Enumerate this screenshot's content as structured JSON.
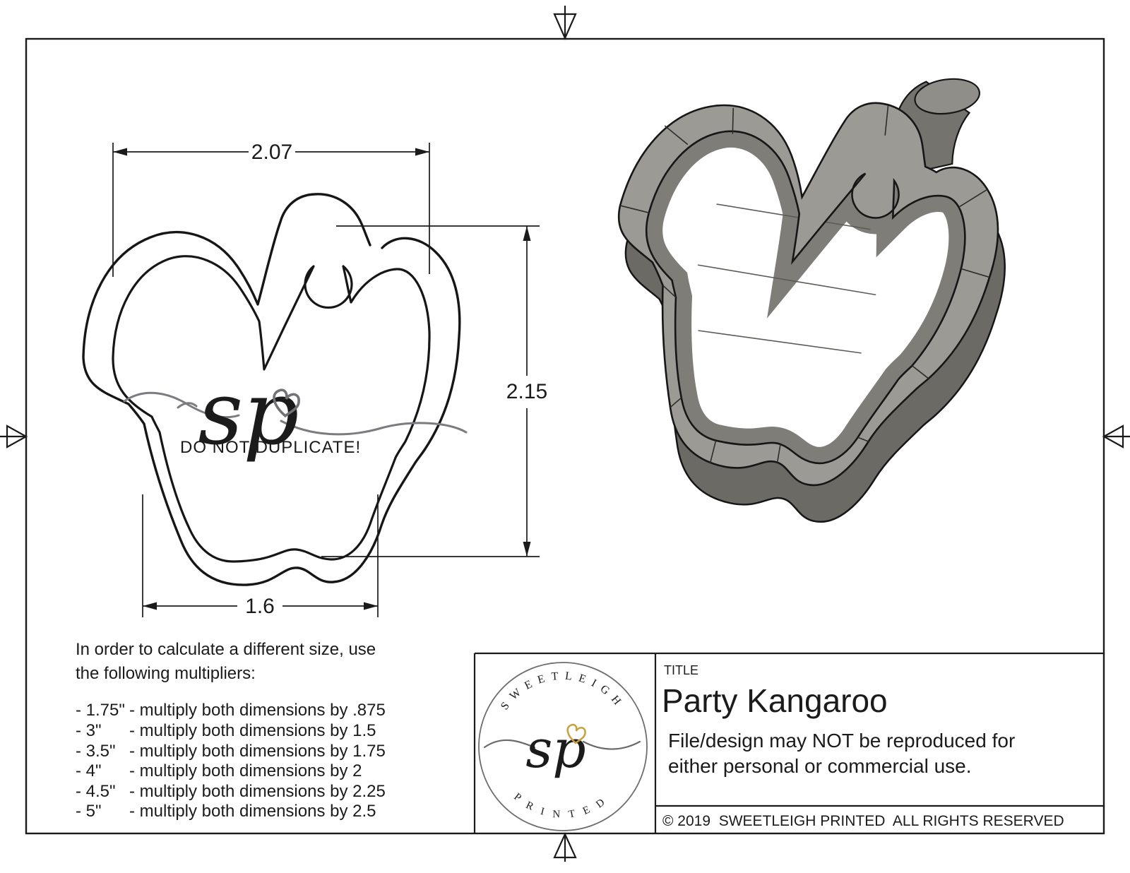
{
  "palette": {
    "ink": "#1b1b1b",
    "watermark_gray": "#74747a",
    "logo_ink": "#5b5b5f",
    "heart_gold": "#c9a23f",
    "render_light": "#9b9a94",
    "render_mid": "#7e7d77",
    "render_dark": "#6b6a64"
  },
  "drawing": {
    "dim_width": "2.07",
    "dim_height": "2.15",
    "dim_bottom_width": "1.6"
  },
  "watermark": {
    "monogram": "sp",
    "warning": "DO NOT DUPLICATE!"
  },
  "multipliers": {
    "intro_line1": "In order to calculate a different size, use",
    "intro_line2": "the following multipliers:",
    "rows": [
      {
        "size": "- 1.75\"",
        "rule": "- multiply both dimensions by .875"
      },
      {
        "size": "- 3\"",
        "rule": "- multiply both dimensions by 1.5"
      },
      {
        "size": "- 3.5\"",
        "rule": "- multiply both dimensions by 1.75"
      },
      {
        "size": "- 4\"",
        "rule": "- multiply both dimensions by 2"
      },
      {
        "size": "- 4.5\"",
        "rule": "- multiply both dimensions by 2.25"
      },
      {
        "size": "- 5\"",
        "rule": "- multiply both dimensions by 2.5"
      }
    ]
  },
  "title_block": {
    "title_label": "TITLE",
    "title": "Party Kangaroo",
    "notice_line1": "File/design may NOT be reproduced for",
    "notice_line2": "either personal or commercial use.",
    "copyright": "© 2019  SWEETLEIGH PRINTED  ALL RIGHTS RESERVED"
  },
  "logo": {
    "arc_top": "SWEETLEIGH",
    "arc_bottom": "PRINTED",
    "monogram": "sp"
  }
}
